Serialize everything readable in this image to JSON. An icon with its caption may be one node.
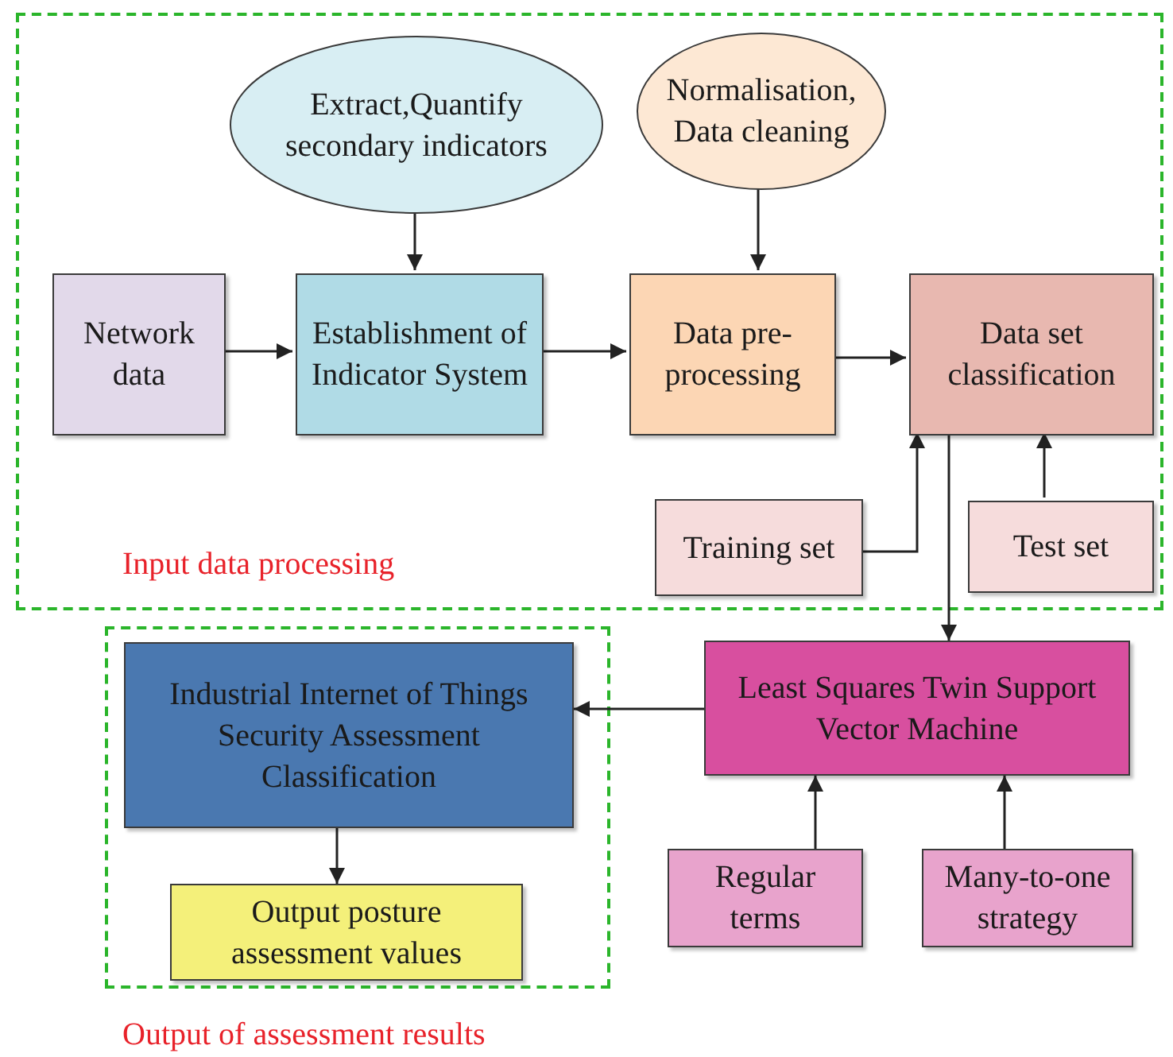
{
  "diagram": {
    "nodes": [
      {
        "text": [
          "Input data processing"
        ]
      },
      {
        "text": [
          "Extract,Quantify secondary indicators"
        ],
        "in": 0
      },
      {
        "text": [
          "Normalisation, Data cleaning"
        ],
        "in": 0
      },
      {
        "text": [
          "Network data"
        ],
        "in": 0
      },
      {
        "text": [
          "Establishment of Indicator System"
        ],
        "in": 0
      },
      {
        "text": [
          "Data pre-processing"
        ],
        "in": 0
      },
      {
        "text": [
          "Data set classification"
        ],
        "in": 0
      },
      {
        "text": [
          "Training set"
        ],
        "in": 0
      },
      {
        "text": [
          "Test set"
        ],
        "in": 0
      },
      {
        "text": [
          "Output of assessment results"
        ]
      },
      {
        "text": [
          "Industrial Internet of Things Security Assessment Classification"
        ],
        "in": 9
      },
      {
        "text": [
          "Output posture assessment values"
        ],
        "in": 9
      },
      {
        "text": [
          "Least Squares Twin Support Vector Machine"
        ]
      },
      {
        "text": [
          "Regular terms"
        ]
      },
      {
        "text": [
          "Many-to-one strategy"
        ]
      }
    ],
    "edges": [
      {
        "from": 1,
        "to": 4,
        "arrow": "to"
      },
      {
        "from": 2,
        "to": 5,
        "arrow": "to"
      },
      {
        "from": 3,
        "to": 4,
        "arrow": "to"
      },
      {
        "from": 4,
        "to": 5,
        "arrow": "to"
      },
      {
        "from": 5,
        "to": 6,
        "arrow": "to"
      },
      {
        "from": 7,
        "to": 6,
        "arrow": "to"
      },
      {
        "from": 8,
        "to": 6,
        "arrow": "to"
      },
      {
        "from": 6,
        "to": 12,
        "arrow": "to"
      },
      {
        "from": 12,
        "to": 10,
        "arrow": "to"
      },
      {
        "from": 10,
        "to": 11,
        "arrow": "to"
      },
      {
        "from": 13,
        "to": 12,
        "arrow": "to"
      },
      {
        "from": 14,
        "to": 12,
        "arrow": "to"
      }
    ]
  }
}
